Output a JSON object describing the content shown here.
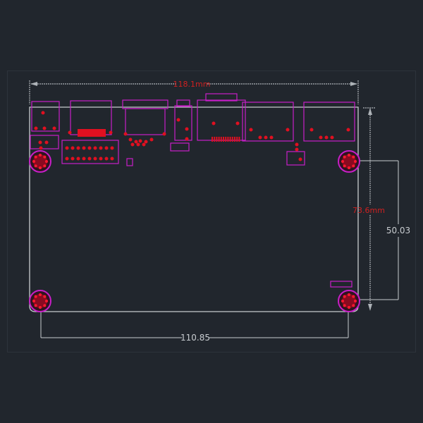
{
  "drawing": {
    "colors": {
      "background": "#21262d",
      "outline": "#c8ccd0",
      "component": "#c81ec8",
      "pad": "#e01020",
      "dim_red": "#d02020",
      "dim_white": "#c8ccd0"
    },
    "dimensions": {
      "board_width": "118.1mm",
      "board_height": "73.6mm",
      "hole_vertical_spacing": "50.03",
      "hole_horizontal_spacing": "110.85"
    }
  }
}
